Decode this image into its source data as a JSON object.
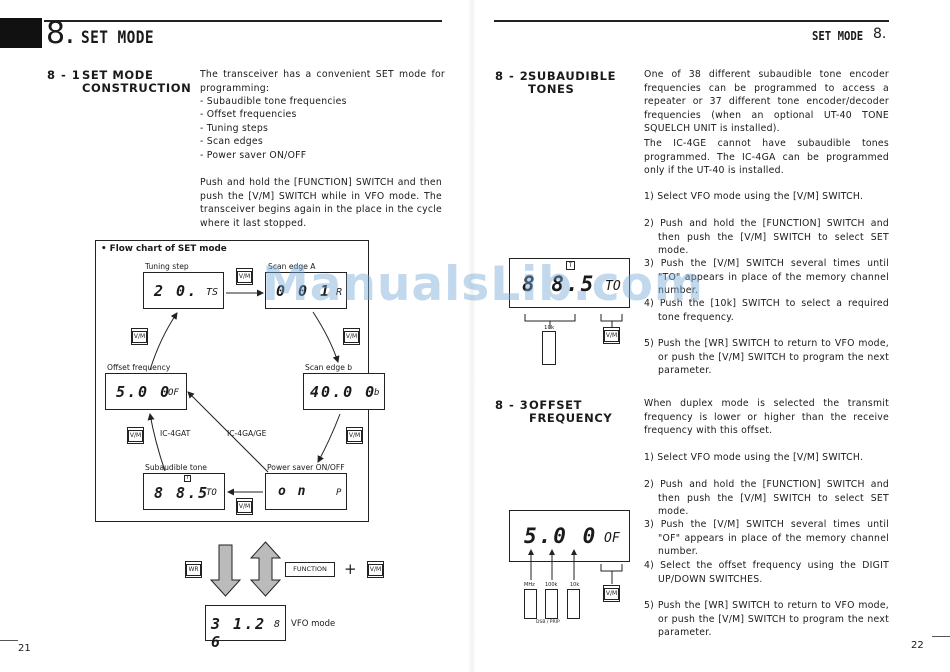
{
  "left_page": {
    "chapter_number": "8.",
    "chapter_title": "SET MODE",
    "page_number": "21",
    "section_8_1": {
      "number": "8 - 1",
      "title_line1": "SET MODE",
      "title_line2": "CONSTRUCTION",
      "intro": "The transceiver has a convenient SET mode for programming:",
      "items": [
        "- Subaudible tone frequencies",
        "- Offset frequencies",
        "- Tuning steps",
        "- Scan edges",
        "- Power saver ON/OFF"
      ],
      "para2": "Push and hold the [FUNCTION] SWITCH and then push the [V/M] SWITCH while in VFO mode. The transceiver begins again in the place in the cycle where it last stopped."
    },
    "flowchart": {
      "title": "• Flow chart of SET mode",
      "tuning_step_label": "Tuning step",
      "tuning_step_value": "2 0.",
      "tuning_step_tag": "TS",
      "scan_edge_a_label": "Scan edge A",
      "scan_edge_a_value": "0 0 1",
      "scan_edge_a_tag": "R",
      "offset_label": "Offset frequency",
      "offset_value": "5.0 0",
      "offset_tag": "OF",
      "scan_edge_b_label": "Scan edge b",
      "scan_edge_b_value": "40.0 0",
      "scan_edge_b_tag": "b",
      "subaudible_label": "Subaudible tone",
      "subaudible_value": "8 8.5",
      "subaudible_tag": "TO",
      "power_saver_label": "Power saver  ON/OFF",
      "power_saver_value": "o n",
      "power_saver_tag": "P",
      "model_left": "IC-4GAT",
      "model_right": "IC-4GA/GE",
      "vm_key": "V/M"
    },
    "bottom": {
      "wr_key": "WR",
      "function_key": "FUNCTION",
      "plus": "+",
      "vm_key": "V/M",
      "vfo_value": "3 1.2 6",
      "vfo_tag": "8",
      "vfo_mode_label": "VFO mode"
    }
  },
  "right_page": {
    "chapter_title": "SET MODE",
    "chapter_number": "8.",
    "page_number": "22",
    "section_8_2": {
      "number": "8 - 2",
      "title_line1": "SUBAUDIBLE",
      "title_line2": "TONES",
      "para1": "One of 38 different subaudible tone encoder frequencies can be programmed to access a repeater or 37 different tone encoder/decoder frequencies (when an optional UT-40 TONE SQUELCH UNIT is installed).",
      "para2": "The IC-4GE cannot have subaudible tones programmed. The IC-4GA can be programmed only if the UT-40 is installed.",
      "steps": [
        "1) Select VFO mode using the [V/M] SWITCH.",
        "2) Push and hold the [FUNCTION] SWITCH and then push the [V/M] SWITCH to select SET mode.",
        "3) Push the [V/M] SWITCH several times until \"TO\" appears in place of the memory channel number.",
        "4) Push the [10k] SWITCH to select a required tone frequency.",
        "5) Push the [WR] SWITCH to return to VFO mode, or push the [V/M] SWITCH to program the next parameter."
      ],
      "lcd_value": "8 8.5",
      "lcd_tag": "TO",
      "lcd_tone_mark": "T",
      "key_10k": "10k",
      "vm_key": "V/M"
    },
    "section_8_3": {
      "number": "8 - 3",
      "title_line1": "OFFSET",
      "title_line2": "FREQUENCY",
      "para1": "When duplex mode is selected the transmit frequency is lower or higher than the receive frequency with this offset.",
      "steps": [
        "1) Select VFO mode using the [V/M] SWITCH.",
        "2) Push and hold the [FUNCTION] SWITCH and then push the [V/M] SWITCH to select SET mode.",
        "3) Push the [V/M] SWITCH several times until \"OF\" appears in place of the memory channel number.",
        "4) Select the offset frequency using the DIGIT UP/DOWN SWITCHES.",
        "5) Push the [WR] SWITCH to return to VFO mode, or push the [V/M] SWITCH to program the next parameter."
      ],
      "lcd_value": "5.0 0",
      "lcd_tag": "OF",
      "key_mhz": "MHz",
      "key_100k": "100k",
      "key_10k": "10k",
      "key_caption": "DSB / PRIP",
      "vm_key": "V/M"
    }
  },
  "watermark": "ManualsLib.com"
}
